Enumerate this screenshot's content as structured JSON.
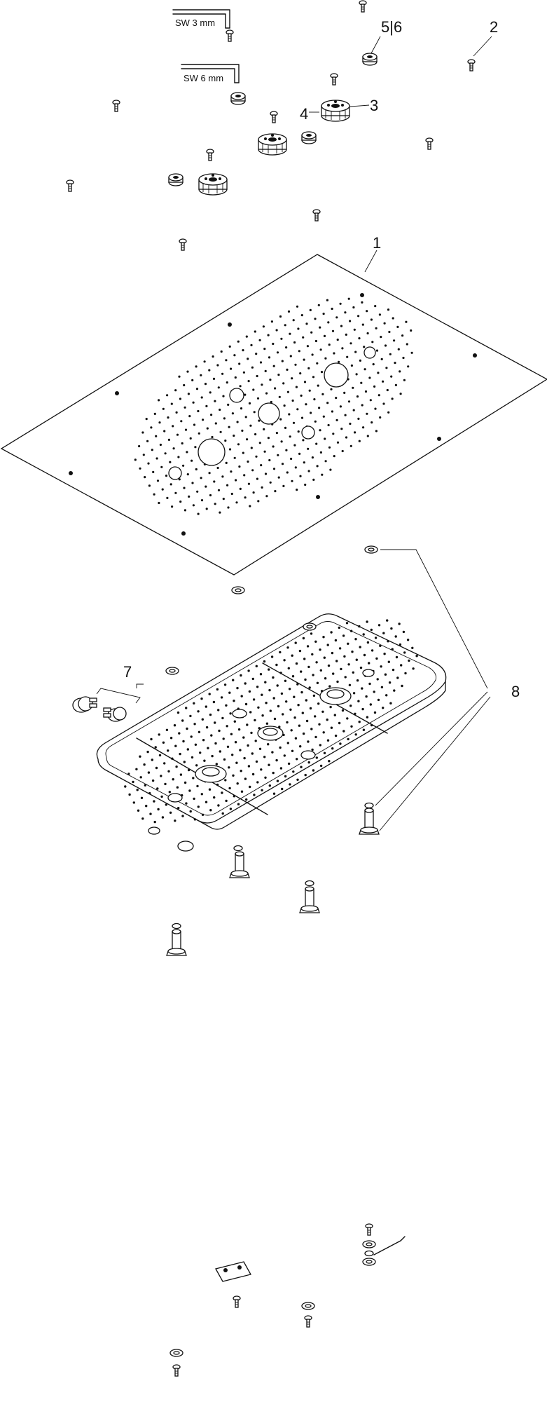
{
  "tool_labels": {
    "hex_key_small": "SW 3 mm",
    "hex_key_large": "SW 6 mm"
  },
  "callouts": {
    "c1": "1",
    "c2": "2",
    "c3": "3",
    "c4": "4",
    "c56": "5|6",
    "c7": "7",
    "c8": "8"
  }
}
